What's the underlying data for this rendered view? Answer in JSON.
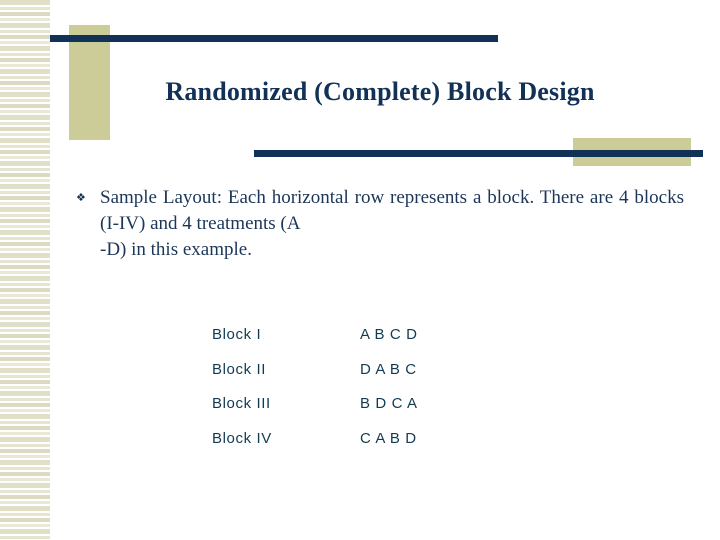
{
  "slide": {
    "title": "Randomized (Complete) Block Design",
    "colors": {
      "navy": "#123156",
      "khaki": "#cccc99",
      "body_text": "#1b3659",
      "table_text": "#123b52",
      "background": "#ffffff",
      "stripe": "#e0dfc8"
    }
  },
  "bullet": {
    "glyph": "diamond-bullet",
    "glyph_char": "❖",
    "text": "Sample Layout:  Each horizontal row represents a block. There are 4 blocks (I-IV) and 4 treatments (A",
    "text_last_line": "-D) in this example."
  },
  "layout_table": {
    "rows": [
      {
        "block": "Block I",
        "treatments": "A B C D"
      },
      {
        "block": "Block II",
        "treatments": "D A B C"
      },
      {
        "block": "Block III",
        "treatments": "B D C A"
      },
      {
        "block": "Block IV",
        "treatments": "C A B D"
      }
    ]
  }
}
